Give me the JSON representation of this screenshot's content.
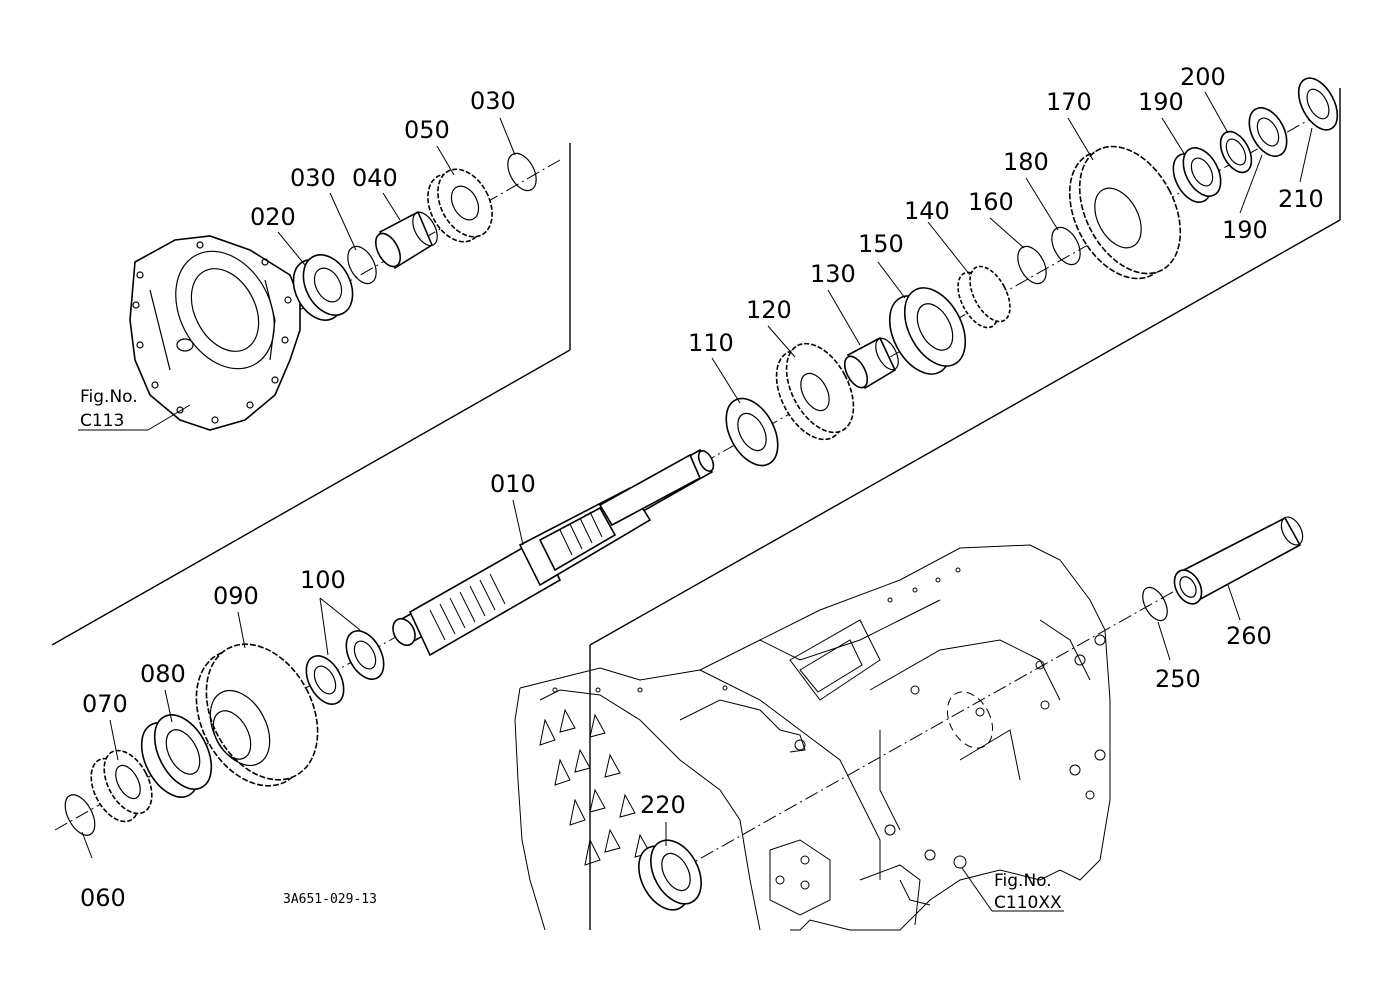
{
  "part_labels": {
    "p010": "010",
    "p020": "020",
    "p030a": "030",
    "p030b": "030",
    "p040": "040",
    "p050": "050",
    "p060": "060",
    "p070": "070",
    "p080": "080",
    "p090": "090",
    "p100": "100",
    "p110": "110",
    "p120": "120",
    "p130": "130",
    "p140": "140",
    "p150": "150",
    "p160": "160",
    "p170": "170",
    "p180": "180",
    "p190a": "190",
    "p190b": "190",
    "p200": "200",
    "p210": "210",
    "p220": "220",
    "p250": "250",
    "p260": "260"
  },
  "references": {
    "ref1_title": "Fig.No.",
    "ref1_code": "C113",
    "ref2_title": "Fig.No.",
    "ref2_code": "C110XX"
  },
  "drawing_code": "3A651-029-13"
}
